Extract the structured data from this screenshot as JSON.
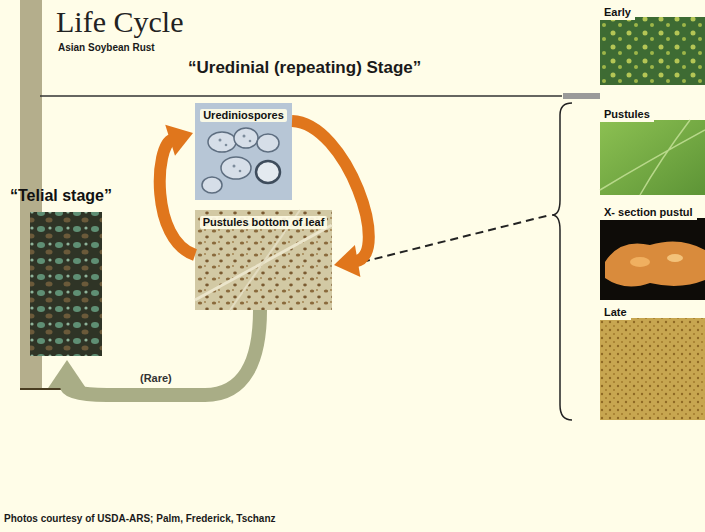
{
  "diagram": {
    "title": "Life Cycle",
    "nodes": [
      {
        "text": [
          "Urediniospores"
        ]
      },
      {
        "text": [
          "Pustules bottom of leaf"
        ]
      },
      {
        "text": [
          "“Telial stage”"
        ]
      },
      {
        "text": [
          "Early"
        ]
      },
      {
        "text": [
          "Pustules"
        ]
      },
      {
        "text": [
          "X- section pustul"
        ]
      },
      {
        "text": [
          "Late"
        ]
      }
    ],
    "edges": [
      {
        "from": 0,
        "to": 1,
        "arrow": "to"
      },
      {
        "from": 1,
        "to": 0,
        "arrow": "to"
      },
      {
        "from": 1,
        "to": 2,
        "label": "(Rare)",
        "arrow": "to"
      }
    ],
    "labels": [
      "Asian Soybean Rust",
      "“Uredinial (repeating) Stage”",
      "Photos courtesy of USDA-ARS; Palm, Frederick, Tschanz"
    ]
  }
}
